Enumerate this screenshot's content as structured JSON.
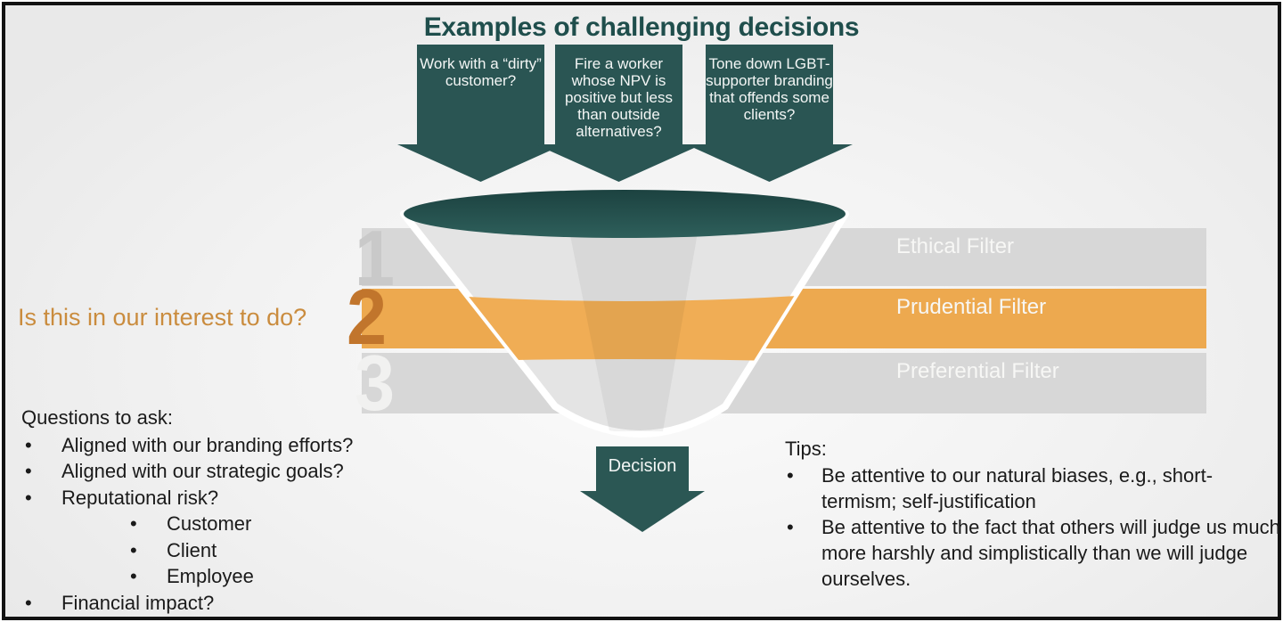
{
  "title": "Examples of challenging decisions",
  "challenges": [
    {
      "text": "Work with a “dirty” customer?"
    },
    {
      "text": "Fire a worker whose NPV is positive but less than outside alternatives?"
    },
    {
      "text": "Tone down LGBT- supporter branding  that offends some clients?"
    }
  ],
  "filters": [
    {
      "number": "1",
      "label": "Ethical Filter",
      "highlighted": false
    },
    {
      "number": "2",
      "label": "Prudential Filter",
      "highlighted": true
    },
    {
      "number": "3",
      "label": "Preferential Filter",
      "highlighted": false
    }
  ],
  "side_question": "Is this in our interest to do?",
  "questions": {
    "heading": "Questions to ask:",
    "items": [
      {
        "text": "Aligned with our  branding efforts?"
      },
      {
        "text": "Aligned with our strategic goals?"
      },
      {
        "text": "Reputational risk?",
        "children": [
          "Customer",
          "Client",
          "Employee"
        ]
      },
      {
        "text": "Financial impact?"
      }
    ]
  },
  "decision_label": "Decision",
  "tips": {
    "heading": "Tips:",
    "items": [
      {
        "text": "Be attentive to our natural biases, e.g., short-termism; self-justification"
      },
      {
        "text": "Be attentive to the fact that others will judge us much more harshly and simplistically than we will judge ourselves."
      }
    ]
  },
  "colors": {
    "teal_dark": "#2a5553",
    "teal_ellipse_top": "#1c4240",
    "teal_ellipse_bottom": "#2e5f5b",
    "orange_bar": "#eda94f",
    "orange_number": "#c1752c",
    "orange_text": "#ca8c3e",
    "gray_bar": "#d7d7d7",
    "funnel_gray": "#e4e4e4",
    "title_teal": "#1f4e4c",
    "body_text": "#1a1a1a",
    "slide_border": "#121212"
  }
}
